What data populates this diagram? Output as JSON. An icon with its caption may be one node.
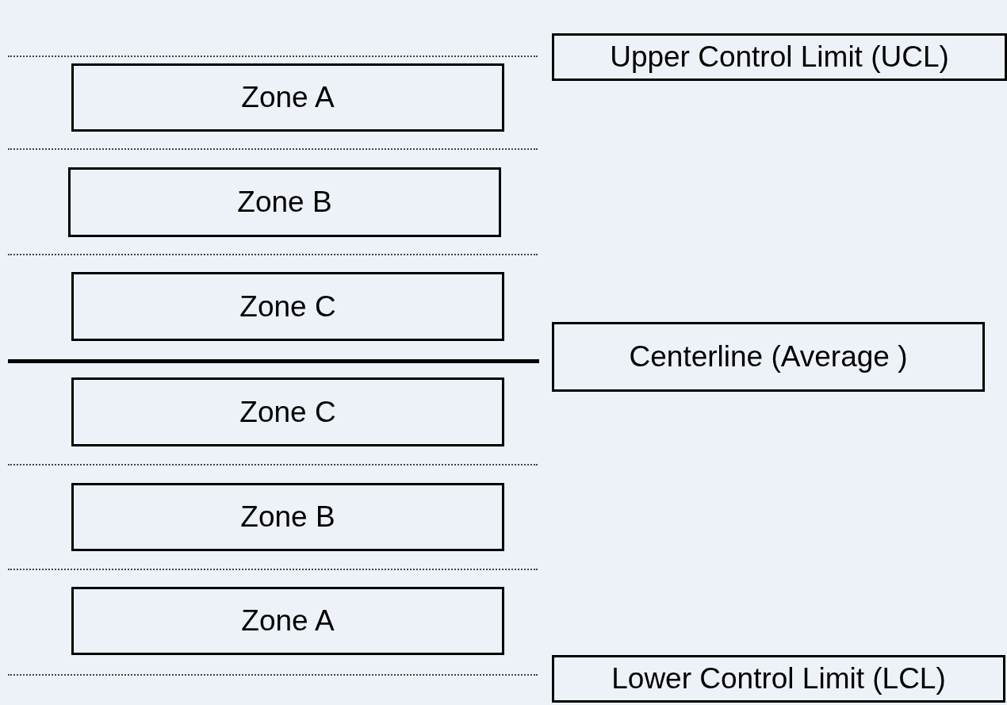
{
  "diagram": {
    "nodes": [
      {
        "text": [
          "Upper Control Limit (UCL)"
        ]
      },
      {
        "text": [
          "Zone A"
        ]
      },
      {
        "text": [
          "Zone B"
        ]
      },
      {
        "text": [
          "Zone C"
        ]
      },
      {
        "text": [
          "Centerline (Average )"
        ]
      },
      {
        "text": [
          "Zone C"
        ]
      },
      {
        "text": [
          "Zone B"
        ]
      },
      {
        "text": [
          "Zone A"
        ]
      },
      {
        "text": [
          "Lower Control Limit (LCL)"
        ]
      }
    ],
    "edges": []
  }
}
